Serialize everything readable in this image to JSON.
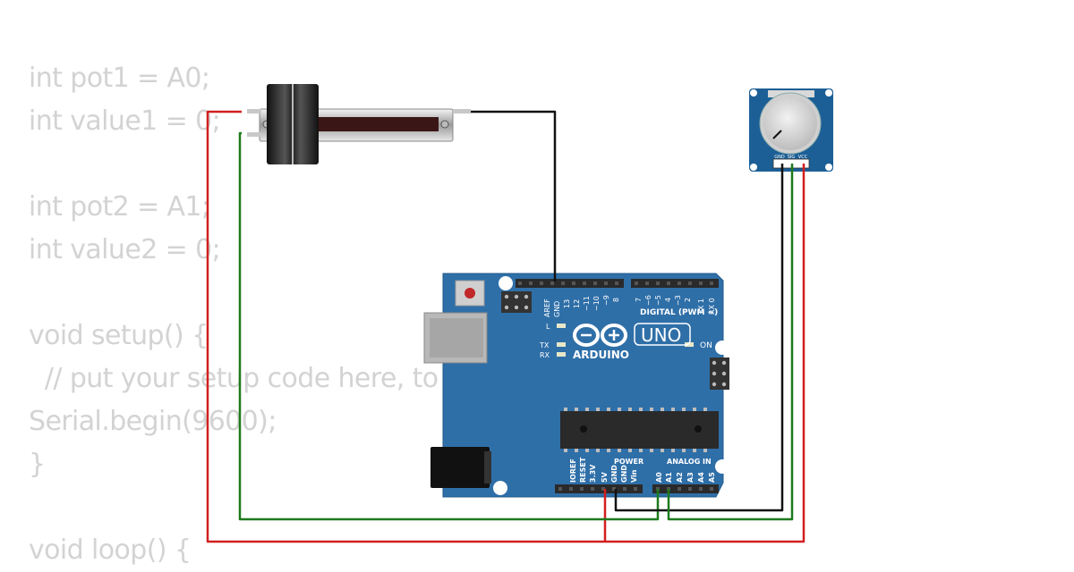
{
  "code_lines": [
    "int pot1 = A0;",
    "int value1 = 0;",
    "",
    "int pot2 = A1;",
    "int value2 = 0;",
    "",
    "void setup() {",
    "  // put your setup code here, to",
    "Serial.begin(9600);",
    "}",
    "",
    "void loop() {"
  ],
  "board": {
    "logo_text": "ARDUINO",
    "model": "UNO",
    "digital_header": "DIGITAL (PWM ~)",
    "power_header": "POWER",
    "analog_header": "ANALOG IN",
    "on_label": "ON",
    "l_label": "L",
    "tx_label": "TX",
    "rx_label": "RX",
    "top_pins": [
      "AREF",
      "GND",
      "13",
      "12",
      "~11",
      "~10",
      "~9",
      "8",
      "7",
      "~6",
      "~5",
      "4",
      "~3",
      "2",
      "TX 1",
      "RX 0"
    ],
    "power_pins": [
      "IOREF",
      "RESET",
      "3.3V",
      "5V",
      "GND",
      "GND",
      "Vin"
    ],
    "analog_pins": [
      "A0",
      "A1",
      "A2",
      "A3",
      "A4",
      "A5"
    ]
  },
  "pot_module": {
    "pins": [
      "GND",
      "SIG",
      "VCC"
    ]
  },
  "colors": {
    "wire_red": "#d31f1f",
    "wire_green": "#1d7a1d",
    "wire_black": "#111111",
    "board_blue": "#2f6fa8",
    "module_blue": "#1c5f96",
    "code_text": "#d3d3d3"
  }
}
